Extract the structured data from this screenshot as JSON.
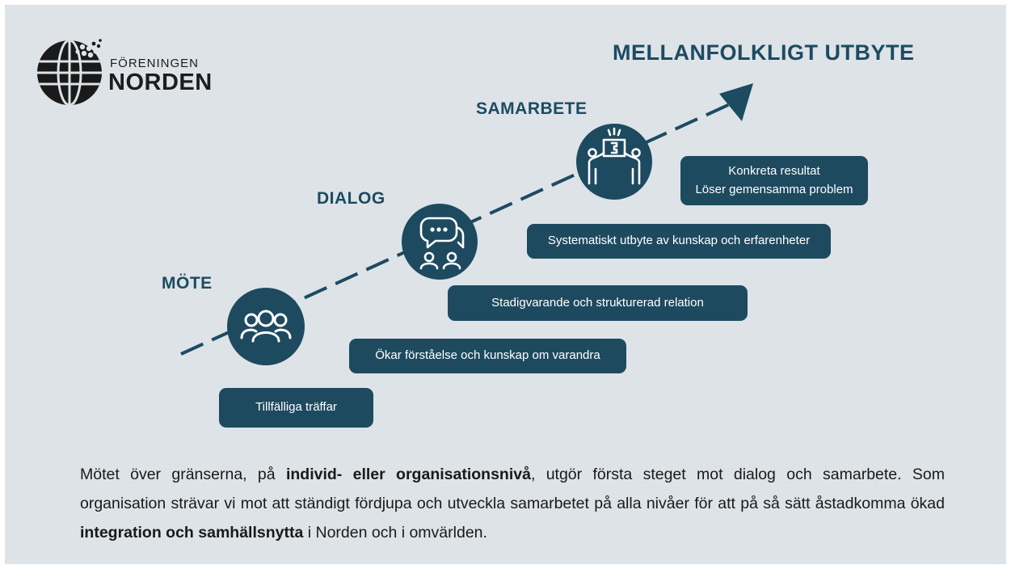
{
  "logo": {
    "small": "FÖRENINGEN",
    "big": "NORDEN"
  },
  "colors": {
    "primary": "#1e4a60",
    "title": "#1c4b62",
    "background": "#dde3e7"
  },
  "stages": {
    "mote": "MÖTE",
    "dialog": "DIALOG",
    "samarbete": "SAMARBETE",
    "goal": "MELLANFOLKLIGT UTBYTE"
  },
  "icons": {
    "mote": "group-of-people-icon",
    "dialog": "conversation-icon",
    "samarbete": "collaboration-icon"
  },
  "boxes": {
    "b1": "Tillfälliga träffar",
    "b2": "Ökar förståelse och kunskap om varandra",
    "b3": "Stadigvarande och strukturerad relation",
    "b4": "Systematiskt utbyte av kunskap och erfarenheter",
    "b5_line1": "Konkreta resultat",
    "b5_line2": "Löser gemensamma problem"
  },
  "body": {
    "p1": "Mötet över gränserna, på ",
    "b1": "individ- eller organisationsnivå",
    "p2": ", utgör första steget mot dialog och samarbete. Som organisation strävar vi mot att ständigt fördjupa och utveckla samarbetet på alla nivåer för att på så sätt åstadkomma ökad ",
    "b2": "integration och samhällsnytta",
    "p3": " i Norden och i omvärlden."
  }
}
